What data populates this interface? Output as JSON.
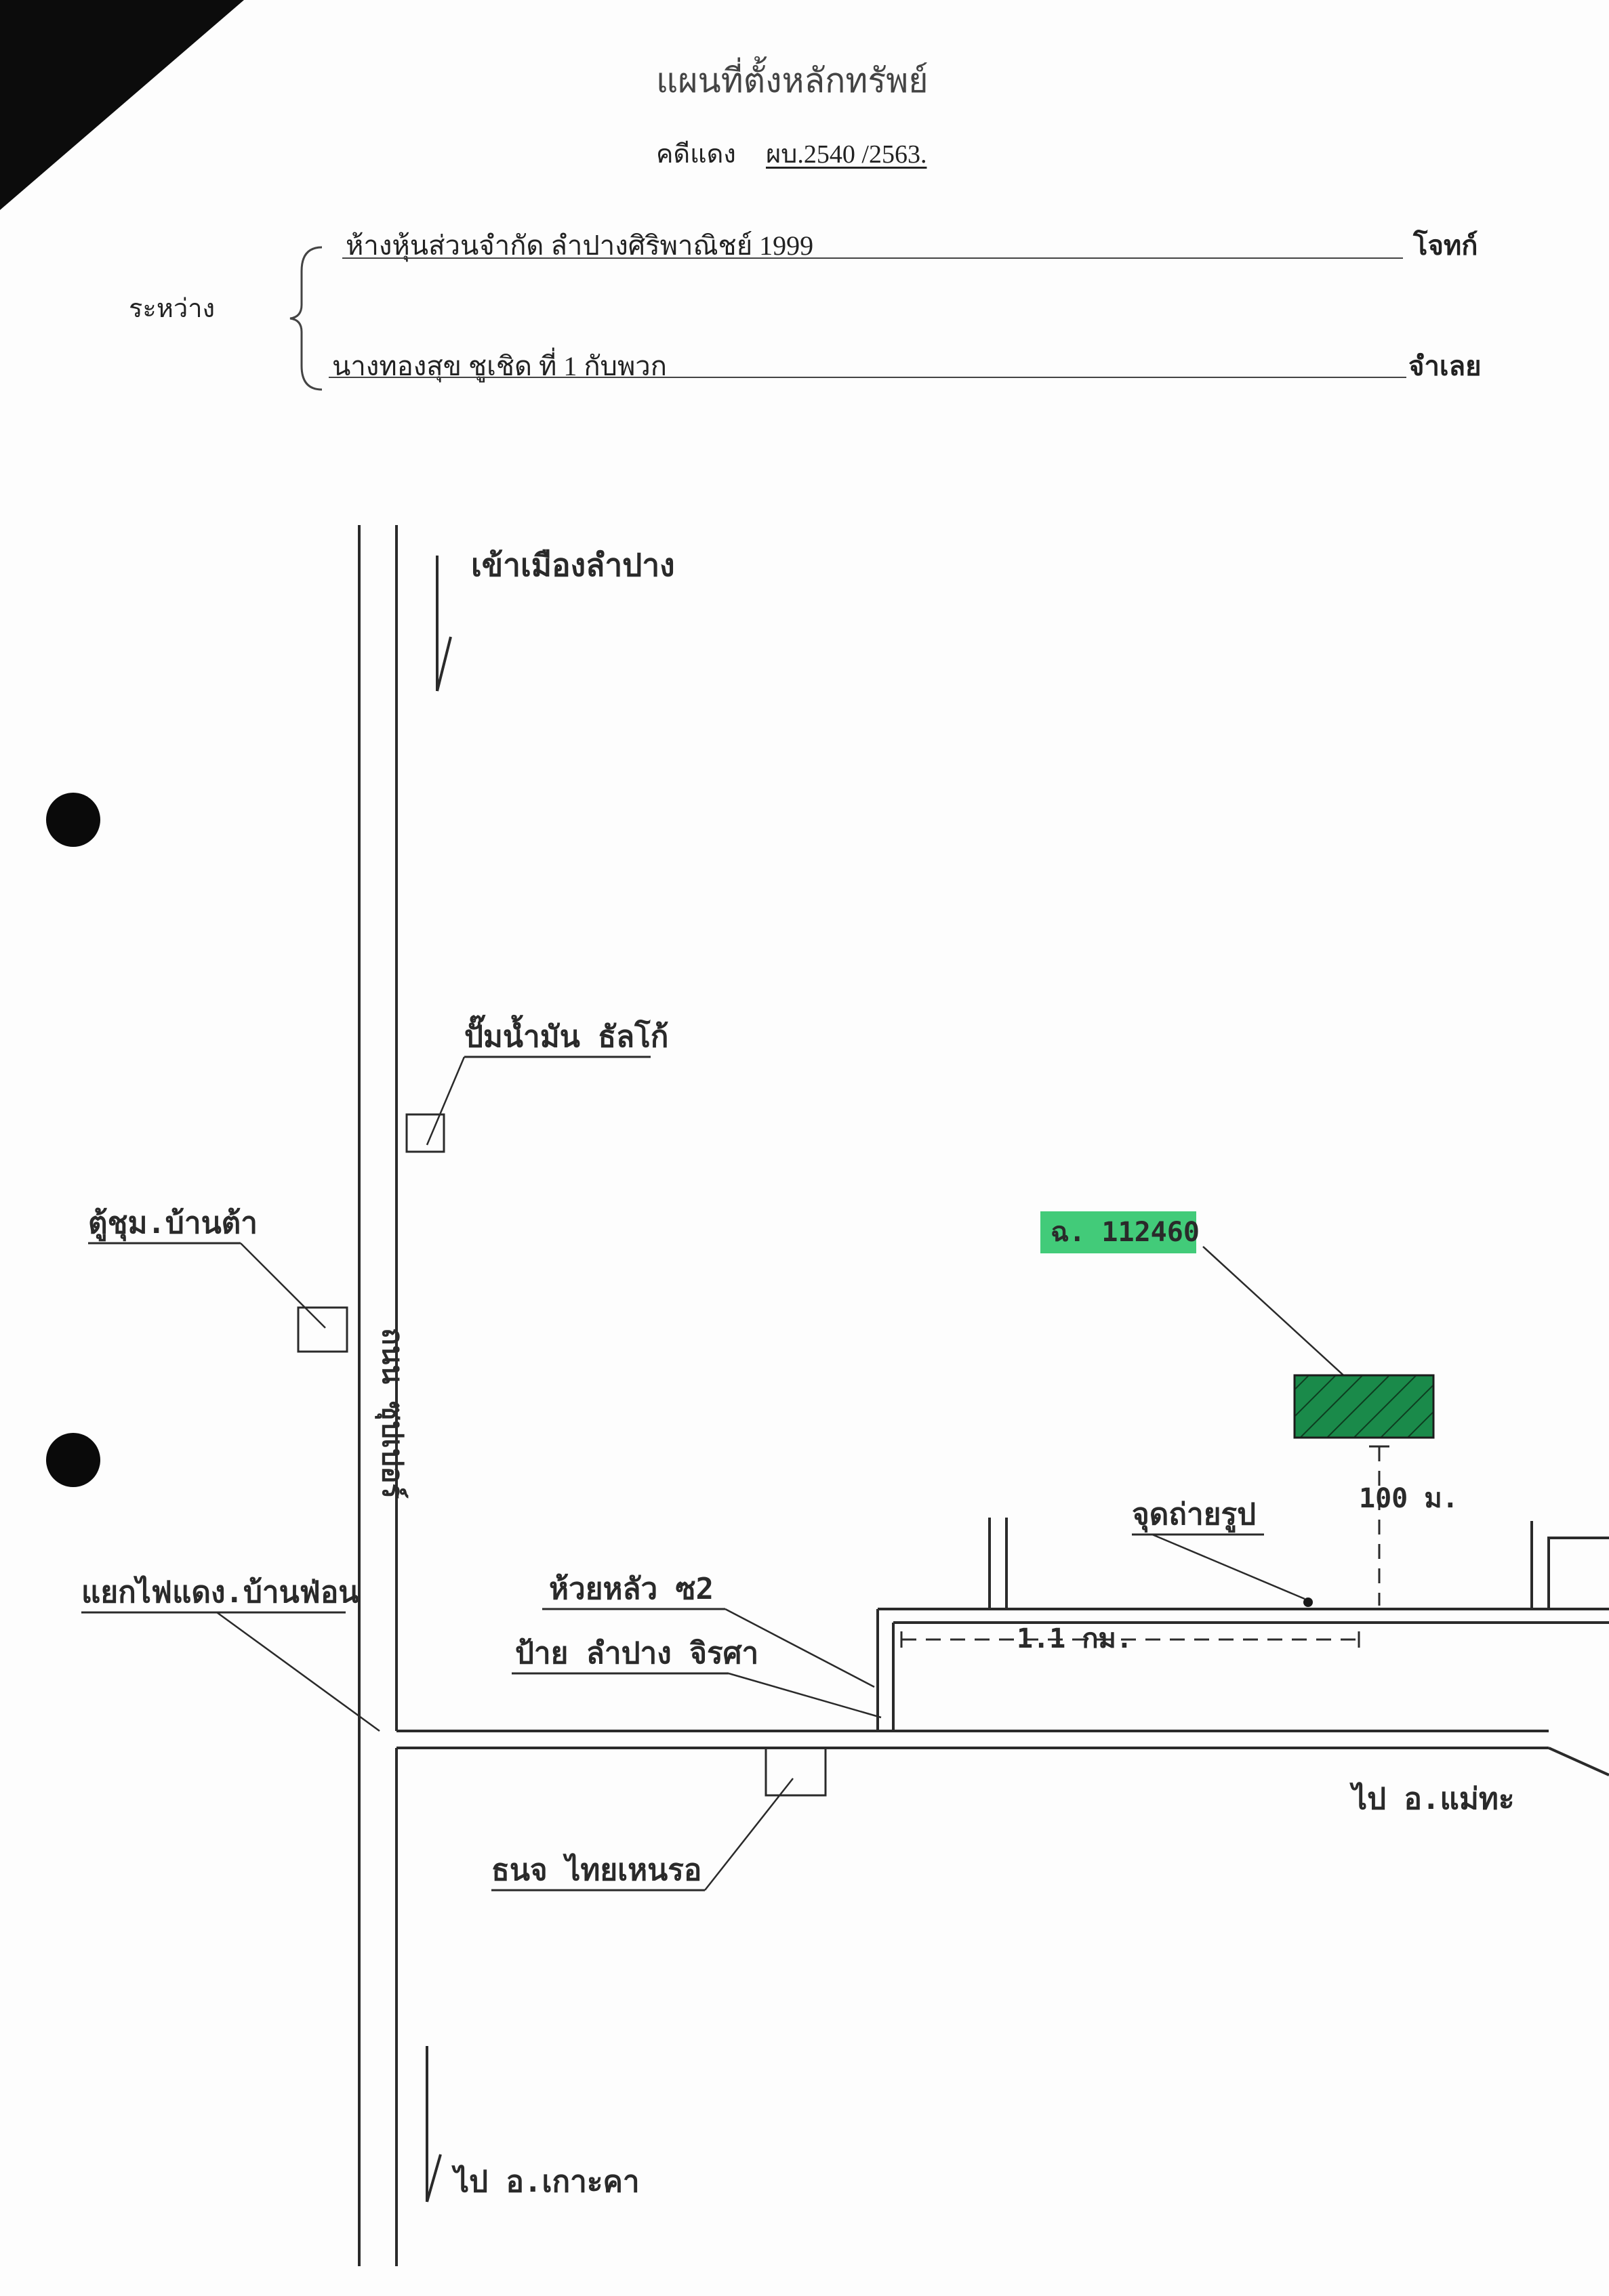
{
  "header": {
    "title": "แผนที่ตั้งหลักทรัพย์",
    "case_label": "คดีแดง",
    "case_number": "ผบ.2540 /2563."
  },
  "parties": {
    "between_label": "ระหว่าง",
    "plaintiff_name": "ห้างหุ้นส่วนจำกัด  ลำปางศิริพาณิชย์  1999",
    "plaintiff_role": "โจทก์",
    "defendant_name": "นางทองสุข  ชูเชิด  ที่  1  กับพวก",
    "defendant_role": "จำเลย"
  },
  "map_labels": {
    "to_lampang_city": "เข้าเมืองลำปาง",
    "petrol_station": "ปั๊มน้ำมัน  ธัลโก้",
    "post_box": "ตู้ชุม.บ้านต้า",
    "road_name": "ถนน  ซุปเปอร์",
    "junction": "แยกไฟแดง.บ้านฟ่อน",
    "soi": "ห้วยหลัว  ซ2",
    "sign": "ป้าย  ลำปาง  จิรศา",
    "bank": "ธนจ  ไทยเหนรอ",
    "photo_point": "จุดถ่ายรูป",
    "deed_number": "ฉ. 112460",
    "distance_100m": "100  ม.",
    "distance_1km": "1.1  กม.",
    "to_mae_tha": "ไป  อ.แม่ทะ",
    "to_ko_kha": "ไป  อ.เกาะคา"
  },
  "colors": {
    "highlight": "#2ec56a",
    "ink": "#2a2a2a",
    "plot_fill": "#1a8a4a"
  }
}
